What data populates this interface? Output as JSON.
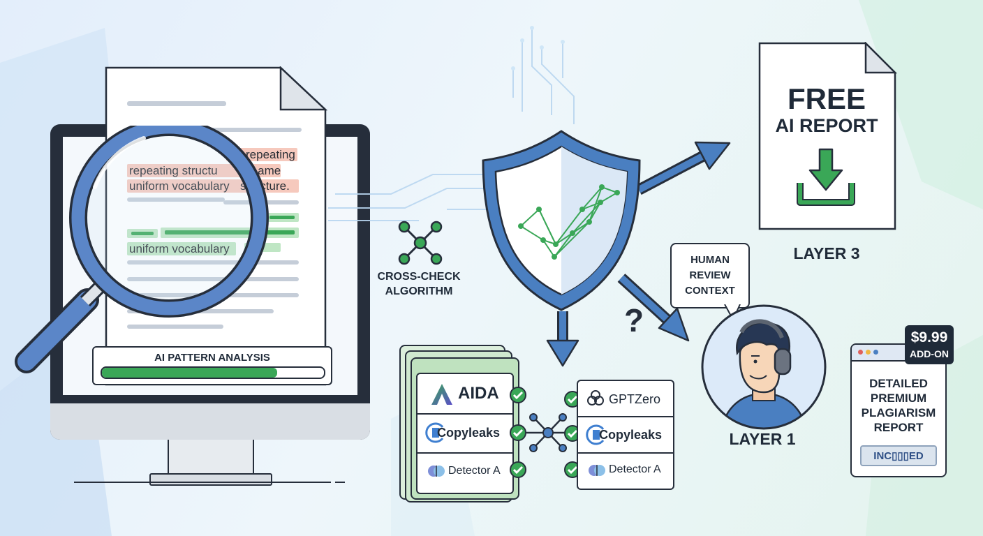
{
  "document": {
    "highlights": {
      "phrase_repeating_1": "repeating",
      "phrase_repeating_structure": "repeating structu",
      "phrase_fragment_same": "a ame",
      "phrase_uniform_vocabulary_1": "uniform vocabulary",
      "phrase_fragment_structure": "structure.",
      "phrase_uniform_vocabulary_2": "uniform vocabulary"
    },
    "progress_label": "AI PATTERN ANALYSIS",
    "progress_value": 0.79
  },
  "cross_check": {
    "label_line1": "CROSS-CHECK",
    "label_line2": "ALGORITHM"
  },
  "detectors_left": [
    {
      "name": "AIDA",
      "icon": "aida-logo-icon"
    },
    {
      "name": "Copyleaks",
      "icon": "copyleaks-logo-icon"
    },
    {
      "name": "Detector A",
      "icon": "brain-icon"
    }
  ],
  "detectors_right": [
    {
      "name": "GPTZero",
      "icon": "openai-knot-icon"
    },
    {
      "name": "Copyleaks",
      "icon": "copyleaks-logo-icon"
    },
    {
      "name": "Detector A",
      "icon": "brain-icon"
    }
  ],
  "free_report": {
    "line1": "FREE",
    "line2": "AI REPORT",
    "layer_label": "LAYER 3"
  },
  "human_review": {
    "line1": "HUMAN",
    "line2": "REVIEW",
    "line3": "CONTEXT",
    "layer_label": "LAYER 1",
    "question_mark": "?"
  },
  "premium": {
    "price": "$9.99",
    "addon": "ADD-ON",
    "title_line1": "DETAILED",
    "title_line2": "PREMIUM",
    "title_line3": "PLAGIARISM",
    "title_line4": "REPORT",
    "badge": "INC▯▯▯ED"
  },
  "colors": {
    "accent_blue": "#4a7fc1",
    "dark_navy": "#1f2a38",
    "success_green": "#3aa757",
    "highlight_red": "#f6c9bd",
    "highlight_green": "#bfe6c4"
  }
}
